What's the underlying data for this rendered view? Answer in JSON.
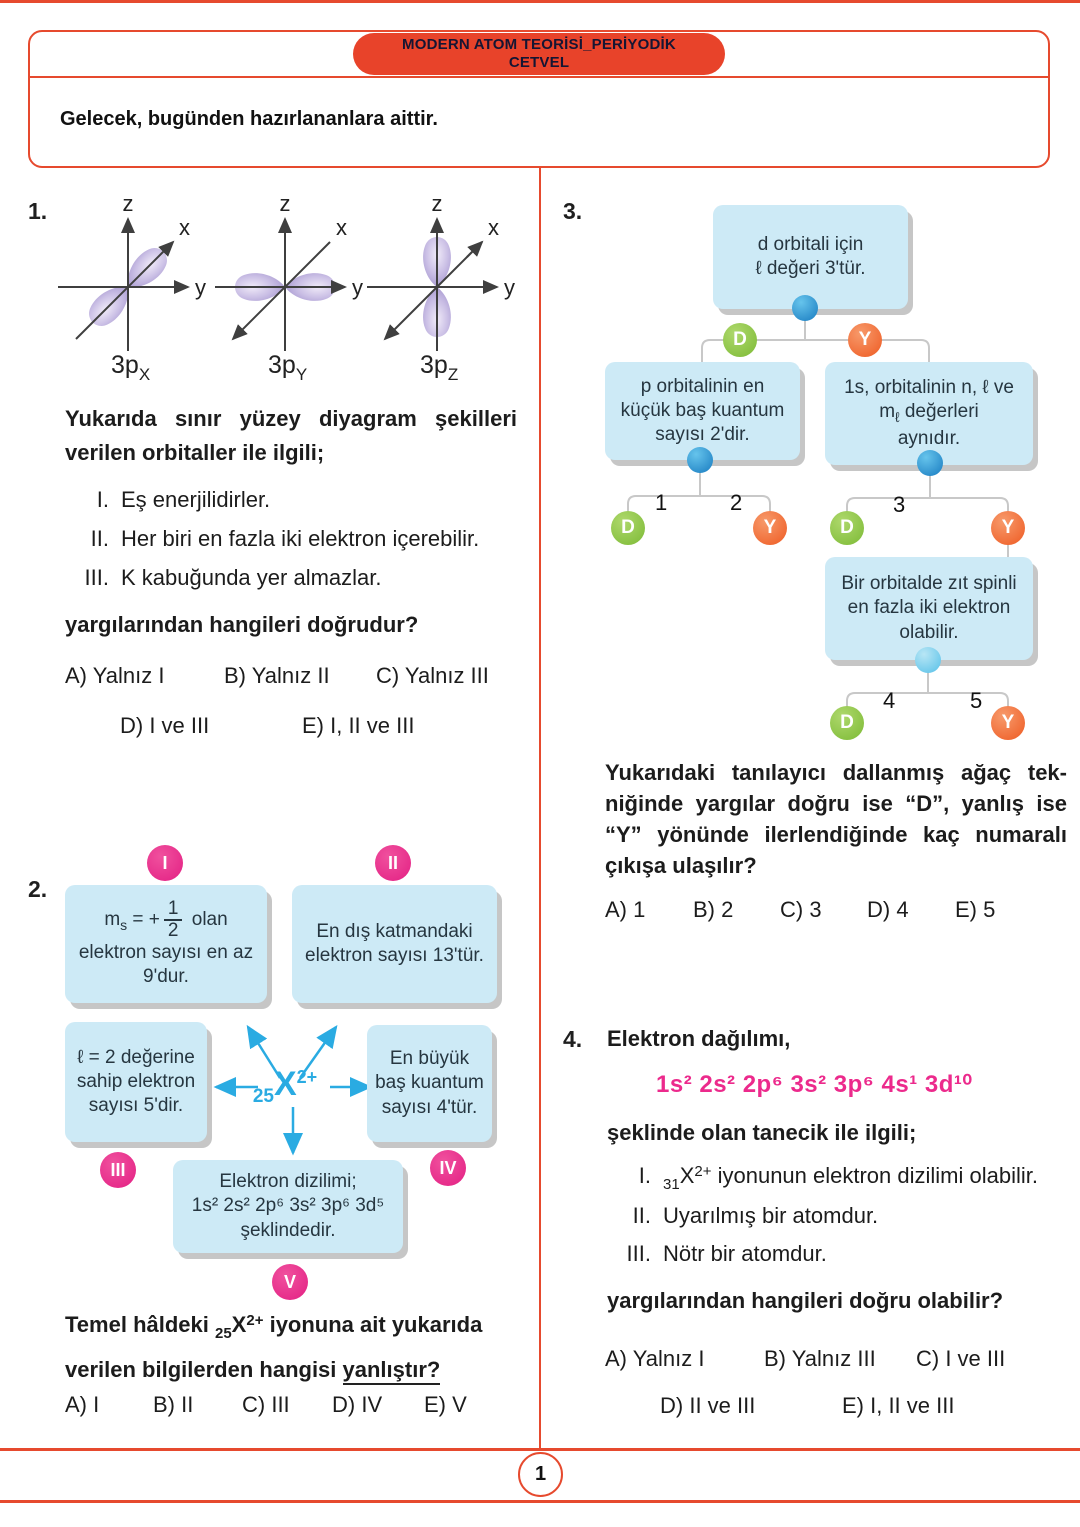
{
  "colors": {
    "accent_red": "#e64a2e",
    "box_blue": "#cdeaf6",
    "badge_pink": "#e31f83",
    "badge_green": "#7cba35",
    "badge_orange": "#ee5a22",
    "node_blue": "#187bc0",
    "arrow_cyan": "#2aabe2",
    "config_pink": "#ec2a8c",
    "lobe_purple": "#a694d0"
  },
  "header": {
    "title_line1": "MODERN ATOM TEORİSİ_PERİYODİK",
    "title_line2": "CETVEL",
    "motto": "Gelecek, bugünden hazırlananlara aittir."
  },
  "footer": {
    "page_number": "1"
  },
  "q1": {
    "number": "1.",
    "axis_z": "z",
    "axis_x": "x",
    "axis_y": "y",
    "orbitals": [
      {
        "name": "3p",
        "sub": "X"
      },
      {
        "name": "3p",
        "sub": "Y"
      },
      {
        "name": "3p",
        "sub": "Z"
      }
    ],
    "stem_lines": [
      "Yukarıda sınır yüzey diyagram şekilleri",
      "verilen orbitaller ile ilgili;"
    ],
    "items": [
      {
        "num": "I.",
        "text": "Eş enerjilidirler."
      },
      {
        "num": "II.",
        "text": "Her biri en fazla iki elektron içerebilir."
      },
      {
        "num": "III.",
        "text": "K kabuğunda yer almazlar."
      }
    ],
    "question": "yargılarından hangileri doğrudur?",
    "options_row1": [
      "A) Yalnız I",
      "B) Yalnız II",
      "C) Yalnız III"
    ],
    "options_row2": [
      "D) I ve III",
      "E) I, II ve III"
    ]
  },
  "q2": {
    "number": "2.",
    "badges": [
      "I",
      "II",
      "III",
      "IV",
      "V"
    ],
    "box1": {
      "m": "m",
      "m_sub": "s",
      "eq": " = +",
      "frac_num": "1",
      "frac_den": "2",
      "after": " olan",
      "line2": "elektron sayısı en az",
      "line3": "9'dur."
    },
    "box2": {
      "line1": "En dış katmandaki",
      "line2": "elektron sayısı 13'tür."
    },
    "box3": {
      "line1": "ℓ = 2 değerine",
      "line2": "sahip elektron",
      "line3": "sayısı 5'dir."
    },
    "box4": {
      "line1": "En büyük",
      "line2": "baş kuantum",
      "line3": "sayısı 4'tür."
    },
    "box5": {
      "line1": "Elektron dizilimi;",
      "line2": "1s² 2s² 2p⁶ 3s² 3p⁶ 3d⁵",
      "line3": "şeklindedir."
    },
    "center": {
      "sub": "25",
      "symbol": "X",
      "sup": "2+"
    },
    "q_l1a": "Temel hâldeki ",
    "q_ion_sub": "25",
    "q_ion_sym": "X",
    "q_ion_sup": "2+",
    "q_l1b": " iyonuna ait yukarıda",
    "q_l2a": "verilen bilgilerden hangisi ",
    "q_l2b": "yanlıştır?",
    "options": [
      "A) I",
      "B) II",
      "C) III",
      "D) IV",
      "E) V"
    ]
  },
  "q3": {
    "number": "3.",
    "root": {
      "line1": "d orbitali için",
      "line2": "ℓ değeri 3'tür."
    },
    "left_box": {
      "line1": "p orbitalinin en",
      "line2": "küçük baş kuantum",
      "line3": "sayısı 2'dir."
    },
    "right_box": {
      "line1": "1s, orbitalinin n, ℓ ve",
      "line2_m": "m",
      "line2_sub": "ℓ",
      "line2_rest": " değerleri",
      "line3": "aynıdır."
    },
    "leaf_box": {
      "line1": "Bir orbitalde zıt spinli",
      "line2": "en fazla iki elektron",
      "line3": "olabilir."
    },
    "d_label": "D",
    "y_label": "Y",
    "exits": [
      "1",
      "2",
      "3",
      "4",
      "5"
    ],
    "question_lines": [
      "Yukarıdaki tanılayıcı dallanmış ağaç tek-",
      "niğinde yargılar doğru ise “D”, yanlış ise",
      "“Y” yönünde ilerlendiğinde kaç numaralı",
      "çıkışa ulaşılır?"
    ],
    "options": [
      "A) 1",
      "B) 2",
      "C) 3",
      "D) 4",
      "E) 5"
    ]
  },
  "q4": {
    "number": "4.",
    "stem1": "Elektron dağılımı,",
    "config": "1s² 2s² 2p⁶ 3s² 3p⁶ 4s¹ 3d¹⁰",
    "stem2": "şeklinde olan tanecik ile ilgili;",
    "items": [
      {
        "num": "I.",
        "ion_sub": "31",
        "ion_sym": "X",
        "ion_sup": "2+",
        "rest": " iyonunun elektron dizilimi olabilir."
      },
      {
        "num": "II.",
        "text": "Uyarılmış bir atomdur."
      },
      {
        "num": "III.",
        "text": "Nötr bir atomdur."
      }
    ],
    "question": "yargılarından hangileri doğru olabilir?",
    "options_row1": [
      "A) Yalnız I",
      "B) Yalnız III",
      "C) I ve III"
    ],
    "options_row2": [
      "D) II ve III",
      "E) I, II ve III"
    ]
  }
}
